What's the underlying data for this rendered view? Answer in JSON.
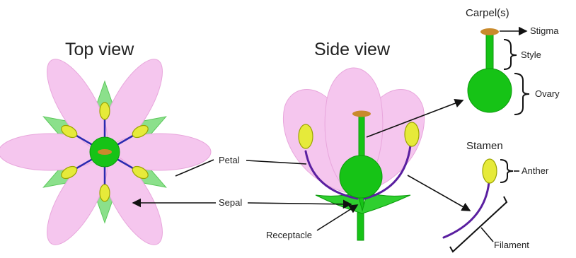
{
  "titles": {
    "top_view": "Top view",
    "side_view": "Side view",
    "carpel": "Carpel(s)",
    "stamen": "Stamen"
  },
  "labels": {
    "petal": "Petal",
    "sepal": "Sepal",
    "receptacle": "Receptacle",
    "stigma": "Stigma",
    "style": "Style",
    "ovary": "Ovary",
    "anther": "Anther",
    "filament": "Filament"
  },
  "colors": {
    "petal": "#f5c6ee",
    "sepal": "#8be08b",
    "pistil": "#16c316",
    "anther": "#e6ea3a",
    "stigma": "#c98a2c",
    "filament": "#5a1fa0"
  }
}
